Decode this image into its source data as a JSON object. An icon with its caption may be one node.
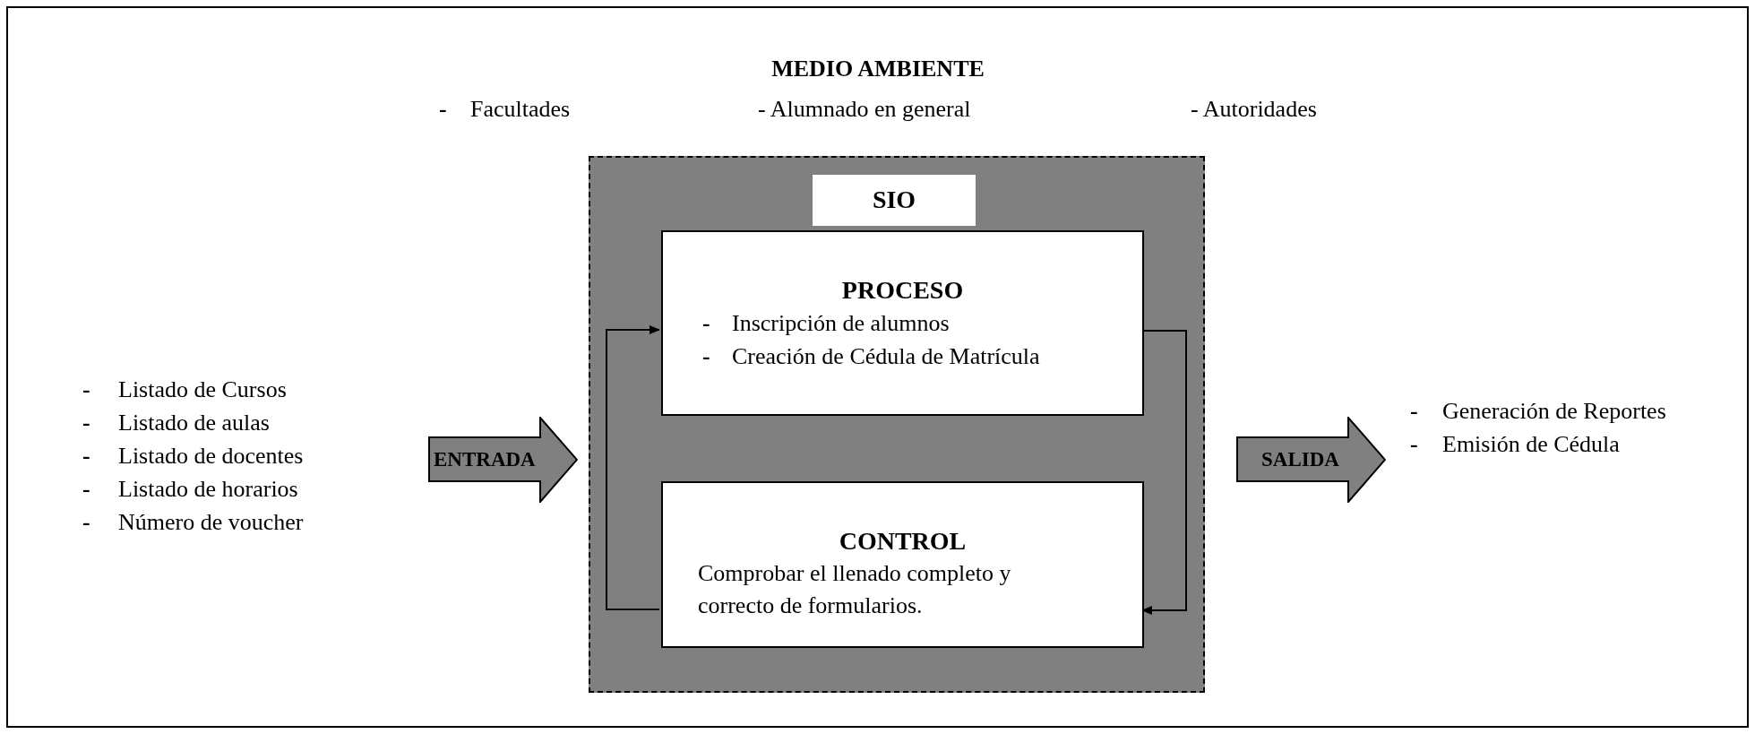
{
  "diagram": {
    "nodes": [
      {
        "text": [],
        "shape": "box"
      },
      {
        "text": [
          "SIO"
        ],
        "in": 0
      },
      {
        "text": [
          "PROCESO",
          "- Inscripción de alumnos",
          "- Creación de Cédula de Matrícula"
        ],
        "in": 0
      },
      {
        "text": [
          "CONTROL",
          "Comprobar el llenado completo y correcto de formularios."
        ],
        "in": 0
      },
      {
        "text": [
          "ENTRADA"
        ]
      },
      {
        "text": [
          "SALIDA"
        ]
      }
    ],
    "edges": [
      {
        "from": 2,
        "to": 3,
        "arrow": "to"
      },
      {
        "from": 3,
        "to": 2,
        "arrow": "to"
      }
    ],
    "labels": [
      "MEDIO AMBIENTE",
      "- Facultades",
      "- Alumnado en general",
      "- Autoridades",
      "- Listado de Cursos",
      "- Listado de aulas",
      "- Listado de docentes",
      "- Listado de horarios",
      "- Número de voucher",
      "- Generación de Reportes",
      "- Emisión de Cédula"
    ]
  }
}
